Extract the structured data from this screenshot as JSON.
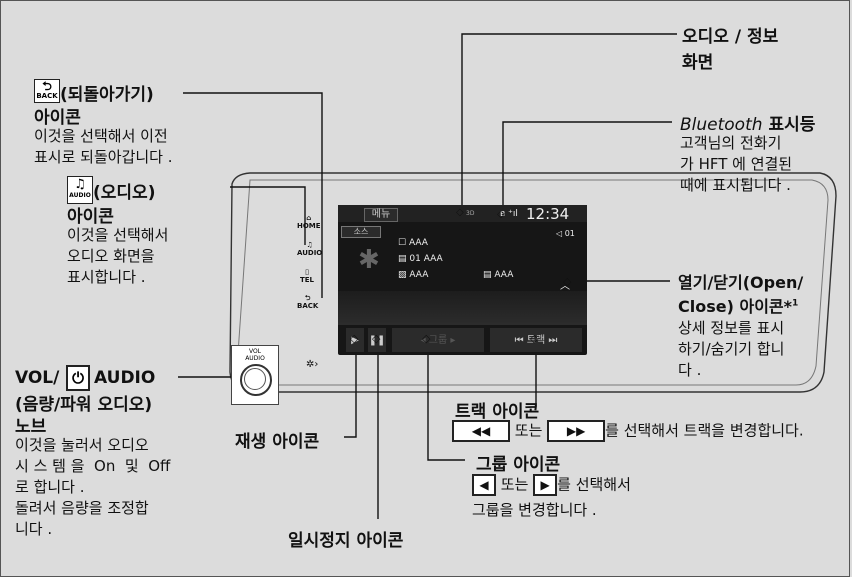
{
  "back_icon": {
    "glyph": "⮌",
    "small": "BACK",
    "label": " (되돌아가기)",
    "title2": "아이콘",
    "desc": [
      "이것을 선택해서 이전",
      "표시로 되돌아갑니다 ."
    ]
  },
  "audio_icon": {
    "small": "AUDIO",
    "label": " (오디오)",
    "title2": "아이콘",
    "desc": [
      "이것을 선택해서",
      "오디오 화면을",
      "표시합니다 ."
    ]
  },
  "knob": {
    "title": [
      "VOL/",
      "AUDIO"
    ],
    "title2": "(음량/파워 오디오)",
    "title3": "노브",
    "desc": [
      "이것을 눌러서 오디오",
      "시 스 템 을  On  및  Off",
      "로 합니다 .",
      "돌려서 음량을 조정합",
      "니다 ."
    ],
    "label_vol": "VOL",
    "label_audio": "AUDIO"
  },
  "audio_screen": {
    "title": [
      "오디오 / 정보",
      "화면"
    ]
  },
  "bluetooth": {
    "title_italic": "Bluetooth",
    "title_rest": " 표시등",
    "desc": [
      "고객님의 전화기",
      "가 HFT 에 연결된",
      "때에 표시됩니다 ."
    ]
  },
  "open_close": {
    "title": [
      "열기/닫기(Open/",
      "Close) 아이콘*"
    ],
    "sup": "1",
    "desc": [
      "상세 정보를 표시",
      "하기/숨기기 합니",
      "다 ."
    ]
  },
  "track": {
    "title": "트랙 아이콘",
    "mid": " 또는 ",
    "desc": "를 선택해서 트랙을 변경합니다."
  },
  "group": {
    "title": "그룹 아이콘",
    "mid": " 또는 ",
    "desc": [
      "를 선택해서",
      "그룹을 변경합니다 ."
    ]
  },
  "play": {
    "title": "재생 아이콘"
  },
  "pause": {
    "title": "일시정지 아이콘"
  },
  "unit": {
    "side_icons": {
      "home": "HOME",
      "audio": "AUDIO",
      "tel": "TEL",
      "back": "BACK"
    },
    "menu": "메뉴",
    "source": "소스",
    "time": "12:34",
    "track_no": "01",
    "rows": [
      "AAA",
      "01 AAA",
      "AAA",
      "AAA"
    ],
    "track_btn": "트랙",
    "group_btn": "그룹",
    "indicator": "3D"
  },
  "colors": {
    "background": "#dcdcdc",
    "screen": "#161616"
  }
}
